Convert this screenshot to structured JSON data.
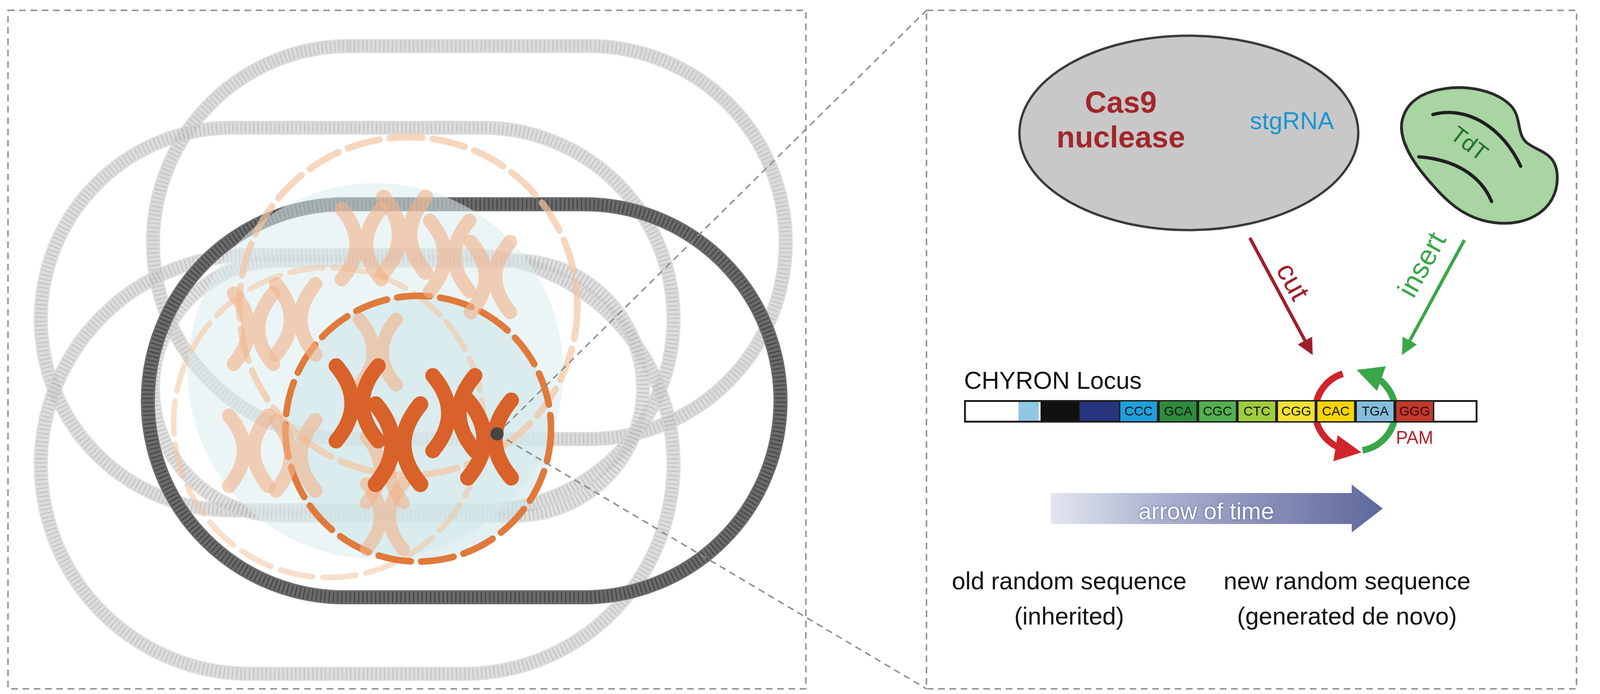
{
  "diagram": {
    "nodes": [
      {
        "text": [
          "Cas9 nuclease",
          "stgRNA"
        ]
      },
      {
        "text": [
          "TdT"
        ]
      },
      {
        "text": [
          "CHYRON Locus"
        ]
      },
      {
        "text": [
          "CCC"
        ],
        "in": 2
      },
      {
        "text": [
          "GCA"
        ],
        "in": 2
      },
      {
        "text": [
          "CGC"
        ],
        "in": 2
      },
      {
        "text": [
          "CTC"
        ],
        "in": 2
      },
      {
        "text": [
          "CGG"
        ],
        "in": 2
      },
      {
        "text": [
          "CAC"
        ],
        "in": 2
      },
      {
        "text": [
          "TGA"
        ],
        "in": 2
      },
      {
        "text": [
          "GGG"
        ],
        "in": 2
      }
    ],
    "edges": [
      {
        "from": 0,
        "to": 2,
        "arrow": "to",
        "label": "cut"
      },
      {
        "from": 1,
        "to": 2,
        "arrow": "to",
        "label": "insert"
      }
    ],
    "labels": [
      "PAM",
      "arrow of time",
      "old random sequence (inherited)",
      "new random sequence (generated de novo)"
    ]
  }
}
